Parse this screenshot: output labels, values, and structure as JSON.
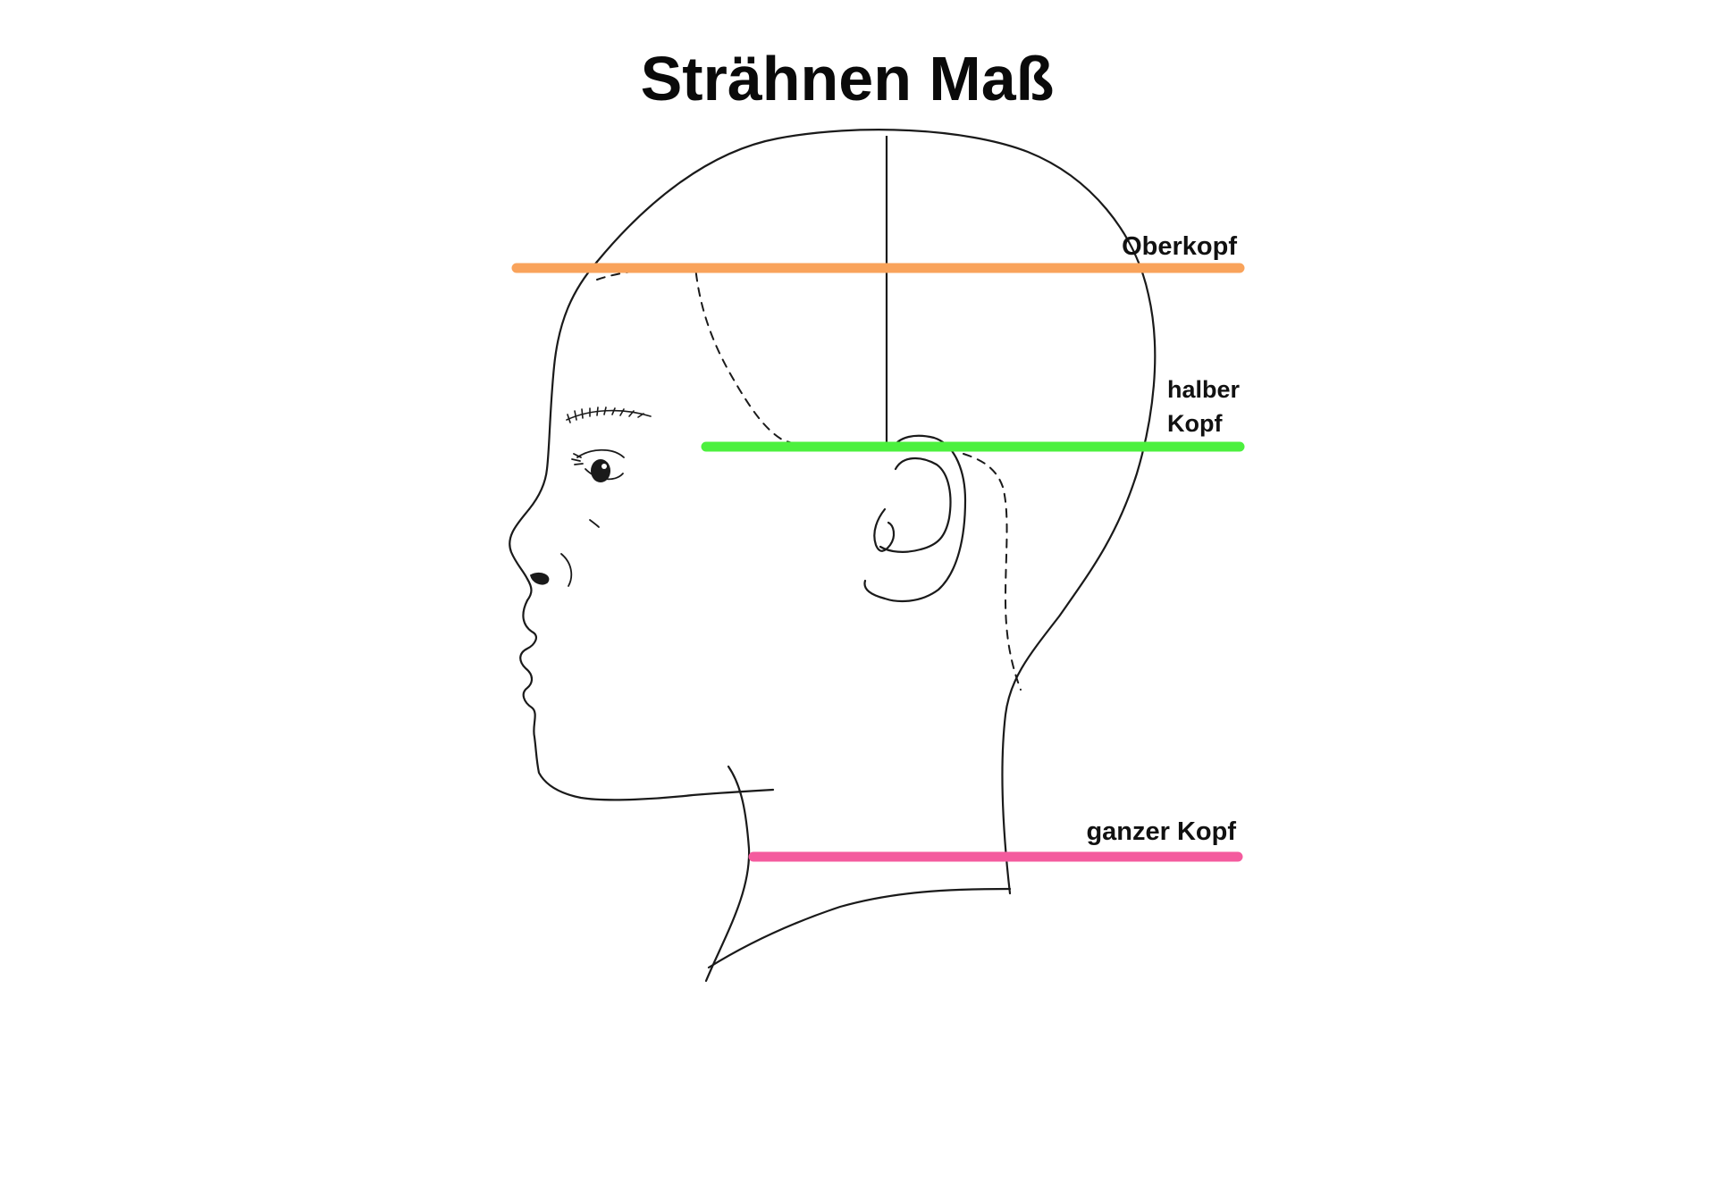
{
  "title": "Strähnen Maß",
  "levels": {
    "top": {
      "label": "Oberkopf",
      "color": "#F9A35B"
    },
    "half": {
      "label_line1": "halber",
      "label_line2": "Kopf",
      "color": "#4CF03E"
    },
    "full": {
      "label": "ganzer Kopf",
      "color": "#F45B9E"
    }
  },
  "line_color": "#1a1a1a",
  "background": "#ffffff"
}
